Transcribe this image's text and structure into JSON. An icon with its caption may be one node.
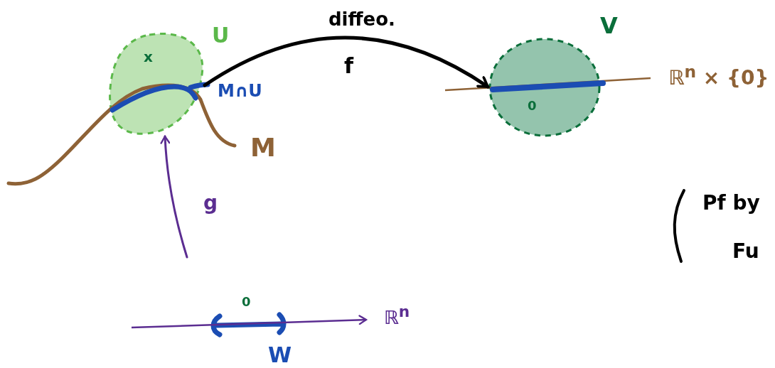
{
  "diagram": {
    "nodes": [
      {
        "text": [
          "U",
          "x"
        ]
      },
      {
        "text": [
          "V",
          "0"
        ]
      },
      {
        "text": [
          "0",
          "W"
        ]
      }
    ],
    "edges": [
      {
        "from": 0,
        "to": 1,
        "arrow": "to",
        "label": "f"
      },
      {
        "from": null,
        "to": 0,
        "arrow": "to",
        "label": "g",
        "color": "#5b2d91"
      }
    ],
    "labels": [
      "diffeo.",
      "M∩U",
      "M",
      "ℝ$^{n}$ × {0}",
      "ℝ$^{n}$",
      "Pf by",
      "Fu"
    ]
  }
}
